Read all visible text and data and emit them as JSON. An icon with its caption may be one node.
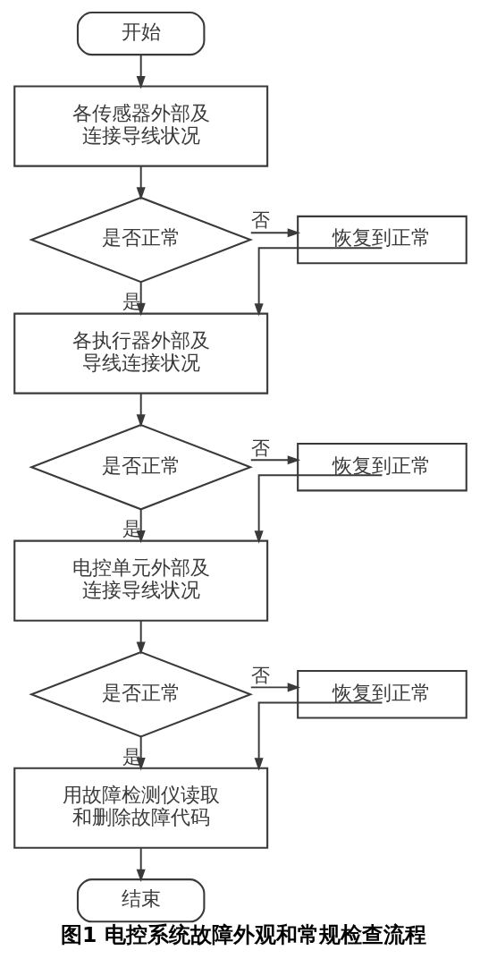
{
  "diagram": {
    "caption": "图1 电控系统故障外观和常规检查流程",
    "nodes": [
      {
        "text": [
          "开始"
        ]
      },
      {
        "text": [
          "各传感器外部及连接导线状况"
        ]
      },
      {
        "text": [
          "是否正常"
        ]
      },
      {
        "text": [
          "恢复到正常"
        ]
      },
      {
        "text": [
          "各执行器外部及导线连接状况"
        ]
      },
      {
        "text": [
          "是否正常"
        ]
      },
      {
        "text": [
          "恢复到正常"
        ]
      },
      {
        "text": [
          "电控单元外部及连接导线状况"
        ]
      },
      {
        "text": [
          "是否正常"
        ]
      },
      {
        "text": [
          "恢复到正常"
        ]
      },
      {
        "text": [
          "用故障检测仪读取和删除故障代码"
        ]
      },
      {
        "text": [
          "结束"
        ]
      }
    ],
    "edges": [
      {
        "from": 0,
        "to": 1,
        "arrow": "to"
      },
      {
        "from": 1,
        "to": 2,
        "arrow": "to"
      },
      {
        "from": 2,
        "to": 3,
        "arrow": "to",
        "label": "否"
      },
      {
        "from": 2,
        "to": 4,
        "arrow": "to",
        "label": "是"
      },
      {
        "from": 3,
        "to": 4,
        "arrow": "to"
      },
      {
        "from": 4,
        "to": 5,
        "arrow": "to"
      },
      {
        "from": 5,
        "to": 6,
        "arrow": "to",
        "label": "否"
      },
      {
        "from": 5,
        "to": 7,
        "arrow": "to",
        "label": "是"
      },
      {
        "from": 6,
        "to": 7,
        "arrow": "to"
      },
      {
        "from": 7,
        "to": 8,
        "arrow": "to"
      },
      {
        "from": 8,
        "to": 9,
        "arrow": "to",
        "label": "否"
      },
      {
        "from": 8,
        "to": 10,
        "arrow": "to",
        "label": "是"
      },
      {
        "from": 9,
        "to": 10,
        "arrow": "to"
      },
      {
        "from": 10,
        "to": 11,
        "arrow": "to"
      }
    ]
  }
}
